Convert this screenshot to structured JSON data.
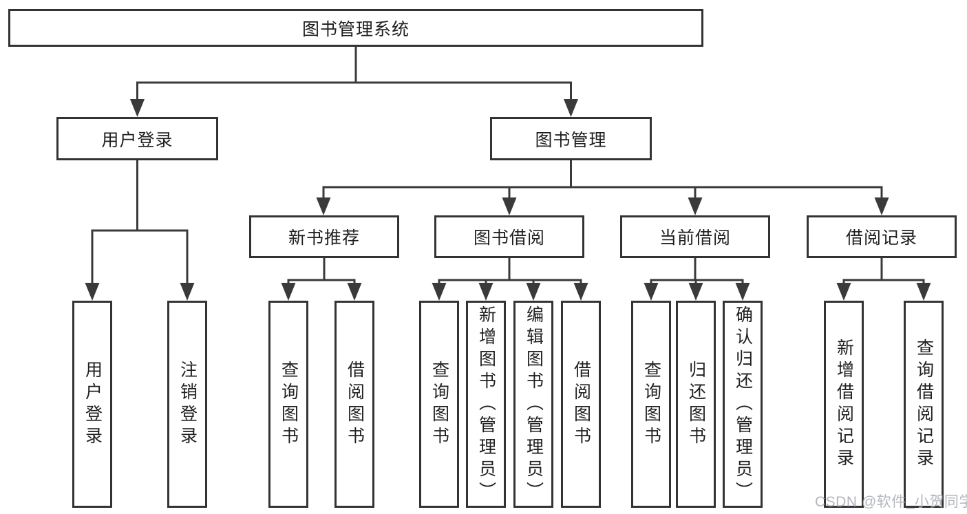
{
  "diagram": {
    "title": "图书管理系统",
    "level2": {
      "user_login": "用户登录",
      "book_management": "图书管理"
    },
    "level3": {
      "new_book_recommend": "新书推荐",
      "book_borrowing": "图书借阅",
      "current_borrowing": "当前借阅",
      "borrowing_records": "借阅记录"
    },
    "leaves": {
      "user_login": "用户登录",
      "logout": "注销登录",
      "nb_query_books": "查询图书",
      "nb_borrow_books": "借阅图书",
      "bb_query_books": "查询图书",
      "bb_add_books": "新增图书（管理员）",
      "bb_edit_books": "编辑图书（管理员）",
      "bb_borrow_books": "借阅图书",
      "cb_query_books": "查询图书",
      "cb_return_books": "归还图书",
      "cb_confirm_return": "确认归还（管理员）",
      "br_add_record": "新增借阅记录",
      "br_query_record": "查询借阅记录"
    }
  },
  "watermark": "CSDN @软件_小贺同学",
  "colors": {
    "background": "#ffffff",
    "line": "#3a3a3a",
    "box_border": "#333333",
    "text": "#1f1f1f",
    "watermark": "#acb0b8"
  }
}
